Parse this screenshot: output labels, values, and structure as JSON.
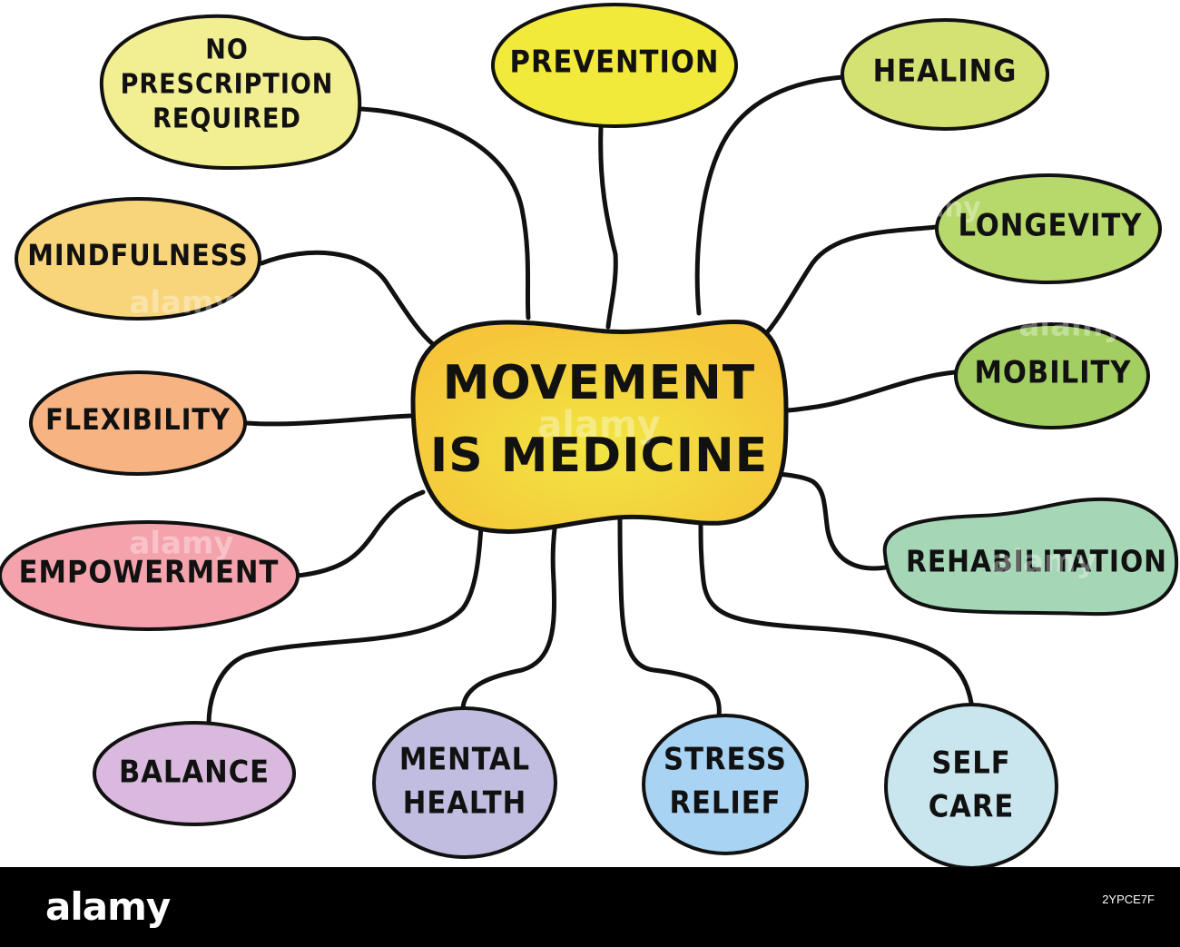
{
  "center": {
    "lines": [
      "MOVEMENT",
      "IS MEDICINE"
    ],
    "fill_top": "#f6c53a",
    "fill_bottom": "#f1e642"
  },
  "nodes": [
    {
      "id": "no-prescription-required",
      "lines": [
        "NO",
        "PRESCRIPTION",
        "REQUIRED"
      ],
      "color": "#f2ef93"
    },
    {
      "id": "prevention",
      "lines": [
        "PREVENTION"
      ],
      "color": "#f1ea3a"
    },
    {
      "id": "healing",
      "lines": [
        "HEALING"
      ],
      "color": "#d4e173"
    },
    {
      "id": "mindfulness",
      "lines": [
        "MINDFULNESS"
      ],
      "color": "#f8d57a"
    },
    {
      "id": "longevity",
      "lines": [
        "LONGEVITY"
      ],
      "color": "#b7d86b"
    },
    {
      "id": "flexibility",
      "lines": [
        "FLEXIBILITY"
      ],
      "color": "#f7b482"
    },
    {
      "id": "mobility",
      "lines": [
        "MOBILITY"
      ],
      "color": "#a3cf62"
    },
    {
      "id": "empowerment",
      "lines": [
        "EMPOWERMENT"
      ],
      "color": "#f4a2ab"
    },
    {
      "id": "rehabilitation",
      "lines": [
        "REHABILITATION"
      ],
      "color": "#a5d6b6"
    },
    {
      "id": "balance",
      "lines": [
        "BALANCE"
      ],
      "color": "#d9b9dd"
    },
    {
      "id": "mental-health",
      "lines": [
        "MENTAL",
        "HEALTH"
      ],
      "color": "#c1bde1"
    },
    {
      "id": "stress-relief",
      "lines": [
        "STRESS",
        "RELIEF"
      ],
      "color": "#a9d3f3"
    },
    {
      "id": "self-care",
      "lines": [
        "SELF",
        "CARE"
      ],
      "color": "#c9e6ee"
    }
  ],
  "watermark": "alamy",
  "footer": {
    "logo": "alamy",
    "image_id": "2YPCE7F",
    "background": "#000000"
  }
}
